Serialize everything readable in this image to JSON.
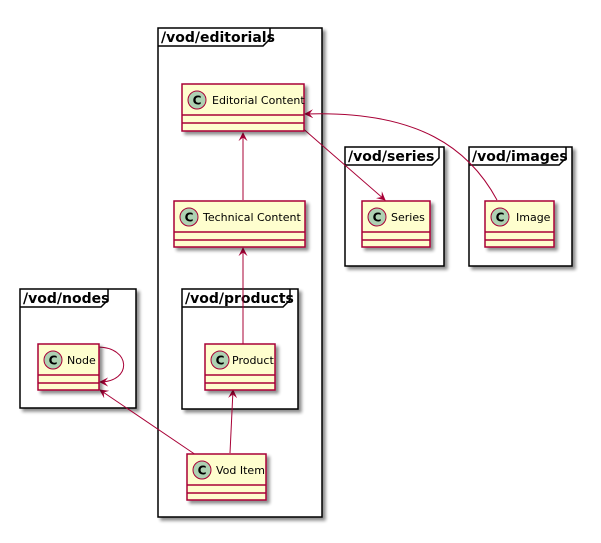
{
  "packages": {
    "editorials": "/vod/editorials",
    "series": "/vod/series",
    "images": "/vod/images",
    "nodes": "/vod/nodes",
    "products": "/vod/products"
  },
  "classes": {
    "editorial_content": "Editorial Content",
    "technical_content": "Technical Content",
    "product": "Product",
    "vod_item": "Vod Item",
    "series": "Series",
    "image": "Image",
    "node": "Node"
  },
  "class_stereotype_glyph": "C",
  "colors": {
    "class_fill": "#FEFECE",
    "class_border": "#A80036",
    "arrow": "#A80036",
    "stereotype_circle": "#ADD1B2",
    "package_border": "#000000",
    "package_fill": "#FFFFFF"
  }
}
